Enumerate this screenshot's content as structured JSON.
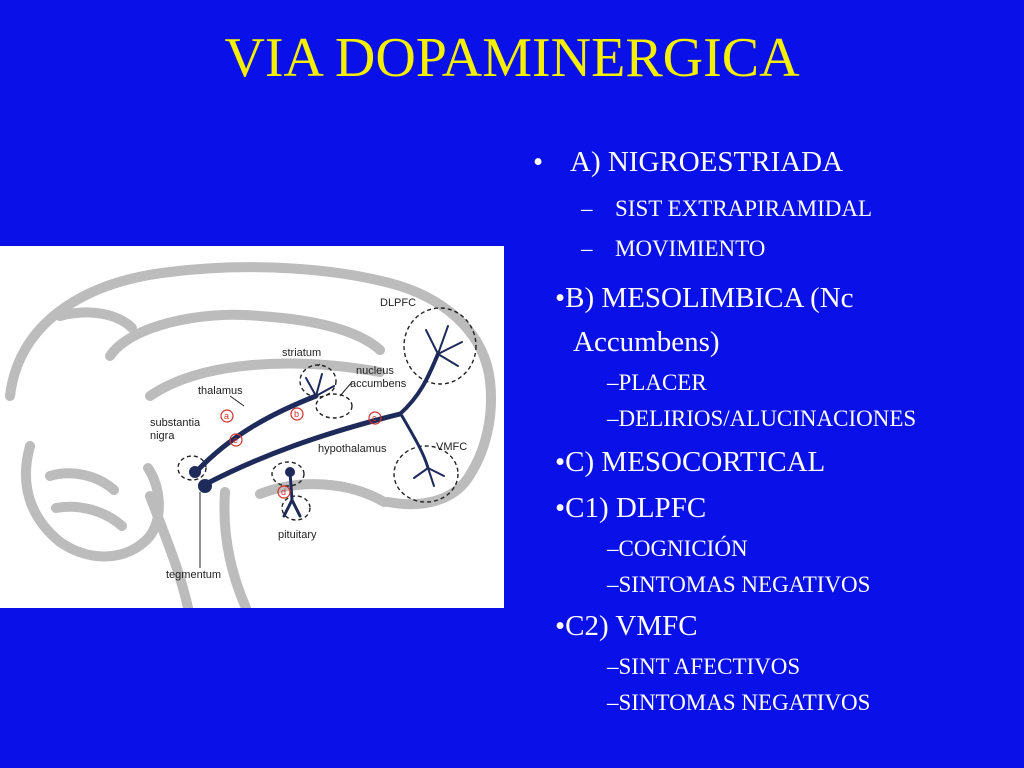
{
  "slide": {
    "title": "VIA DOPAMINERGICA",
    "colors": {
      "background": "#0a10e8",
      "title": "#f5f000",
      "text": "#ffffff",
      "tract": "#1e2a5a",
      "pathway_marker": "#d0302a"
    }
  },
  "outline": {
    "a": {
      "bullet": "•",
      "label": "A) NIGROESTRIADA",
      "subs": [
        {
          "dash": "–",
          "text": "SIST EXTRAPIRAMIDAL"
        },
        {
          "dash": "–",
          "text": "MOVIMIENTO"
        }
      ]
    },
    "b": {
      "label_line1": "•B) MESOLIMBICA (Nc",
      "label_line2": "Accumbens)",
      "subs": [
        "–PLACER",
        "–DELIRIOS/ALUCINACIONES"
      ]
    },
    "c": {
      "label": "•C) MESOCORTICAL"
    },
    "c1": {
      "label": "•C1) DLPFC",
      "subs": [
        "–COGNICIÓN",
        "–SINTOMAS NEGATIVOS"
      ]
    },
    "c2": {
      "label": "•C2) VMFC",
      "subs": [
        "–SINT AFECTIVOS",
        "–SINTOMAS NEGATIVOS"
      ]
    }
  },
  "diagram": {
    "labels": {
      "dlpfc": "DLPFC",
      "striatum": "striatum",
      "nucleus": "nucleus",
      "accumbens": "accumbens",
      "thalamus": "thalamus",
      "substantia": "substantia",
      "nigra": "nigra",
      "hypothalamus": "hypothalamus",
      "vmfc": "VMFC",
      "pituitary": "pituitary",
      "tegmentum": "tegmentum"
    },
    "markers": [
      "a",
      "b",
      "c",
      "d",
      "e"
    ]
  }
}
